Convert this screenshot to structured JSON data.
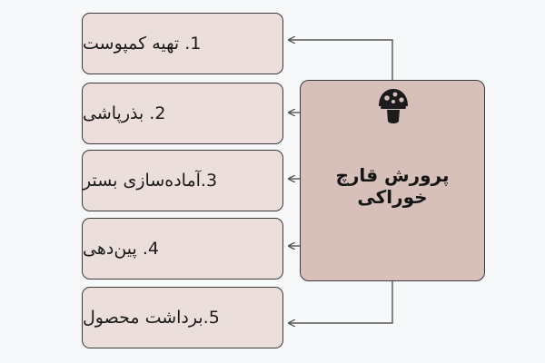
{
  "diagram": {
    "main": {
      "title": "پرورش قارچ خوراکی",
      "icon": "mushroom-icon"
    },
    "steps": [
      {
        "label": "1. تهیه کمپوست"
      },
      {
        "label": "2. بذرپاشی"
      },
      {
        "label": "3.آماده‌سازی بستر"
      },
      {
        "label": "4. پین‌دهی"
      },
      {
        "label": "5.برداشت محصول"
      }
    ]
  },
  "colors": {
    "background": "#f7f8fa",
    "step_fill": "#ecdfdb",
    "main_fill": "#d7c0b9",
    "border": "#3a3a3a",
    "connector": "#555555",
    "icon": "#1c1c1c"
  }
}
